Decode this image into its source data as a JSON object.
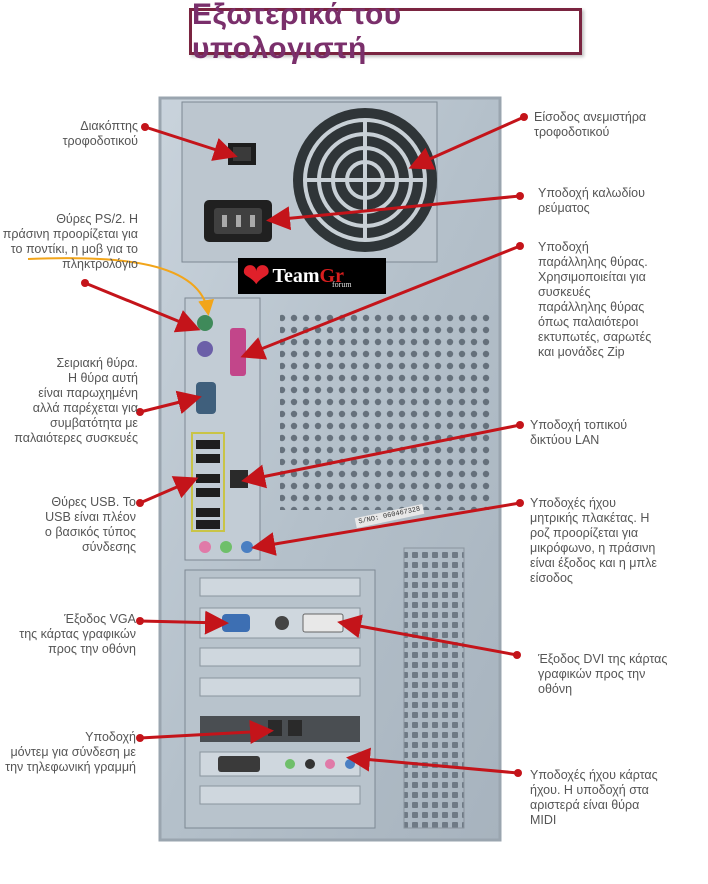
{
  "title": "Εξωτερικά του υπολογιστή",
  "logo": {
    "brand": "Team",
    "brand_accent": "Gr",
    "sub": "forum"
  },
  "serial": "S/NO: 060467328",
  "labels": {
    "power_switch": [
      "Διακόπτης",
      "τροφοδοτικού"
    ],
    "ps2": [
      "Θύρες PS/2. Η",
      "πράσινη προορίζεται για",
      "το ποντίκι, η μοβ για το",
      "πληκτρολόγιο"
    ],
    "serial": [
      "Σειριακή θύρα.",
      "Η θύρα αυτή",
      "είναι παρωχημένη",
      "αλλά παρέχεται για",
      "συμβατότητα με",
      "παλαιότερες συσκευές"
    ],
    "usb": [
      "Θύρες USB. Το",
      "USB είναι πλέον",
      "ο βασικός τύπος",
      "σύνδεσης"
    ],
    "vga": [
      "Έξοδος VGA",
      "της κάρτας γραφικών",
      "προς την οθόνη"
    ],
    "modem": [
      "Υποδοχή",
      "μόντεμ για σύνδεση με",
      "την τηλεφωνική γραμμή"
    ],
    "fan": [
      "Είσοδος ανεμιστήρα",
      "τροφοδοτικού"
    ],
    "power_cable": [
      "Υποδοχή καλωδίου",
      "ρεύματος"
    ],
    "parallel": [
      "Υποδοχή",
      "παράλληλης θύρας.",
      "Χρησιμοποιείται για",
      "συσκευές",
      "παράλληλης θύρας",
      "όπως παλαιότεροι",
      "εκτυπωτές, σαρωτές",
      "και μονάδες Zip"
    ],
    "lan": [
      "Υποδοχή τοπικού",
      "δικτύου LAN"
    ],
    "mb_audio": [
      "Υποδοχές ήχου",
      "μητρικής πλακέτας. Η",
      "ροζ προορίζεται για",
      "μικρόφωνο, η πράσινη",
      "είναι έξοδος και η μπλε",
      "είσοδος"
    ],
    "dvi": [
      "Έξοδος DVI της κάρτας",
      "γραφικών προς την",
      "οθόνη"
    ],
    "sound_card": [
      "Υποδοχές ήχου κάρτας",
      "ήχου. Η υποδοχή στα",
      "αριστερά είναι θύρα",
      "MIDI"
    ]
  },
  "colors": {
    "arrow": "#c4141a",
    "title_border": "#7a2440",
    "title_text": "#7a2f6b",
    "orange_pointer": "#f2a51a",
    "label_text": "#555555"
  }
}
